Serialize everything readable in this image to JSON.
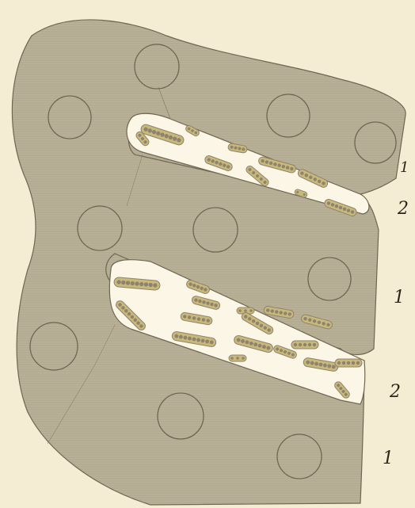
{
  "figure": {
    "background_color": "#f4ecd3",
    "tissue_color": "#b9b298",
    "outline_color": "#6e6650",
    "vessel_fill": "#fbf6e6",
    "cell_color": "#8c8470",
    "nucleus_color": "#c9b878",
    "labels": [
      "1",
      "2",
      "1",
      "2",
      "1"
    ]
  }
}
